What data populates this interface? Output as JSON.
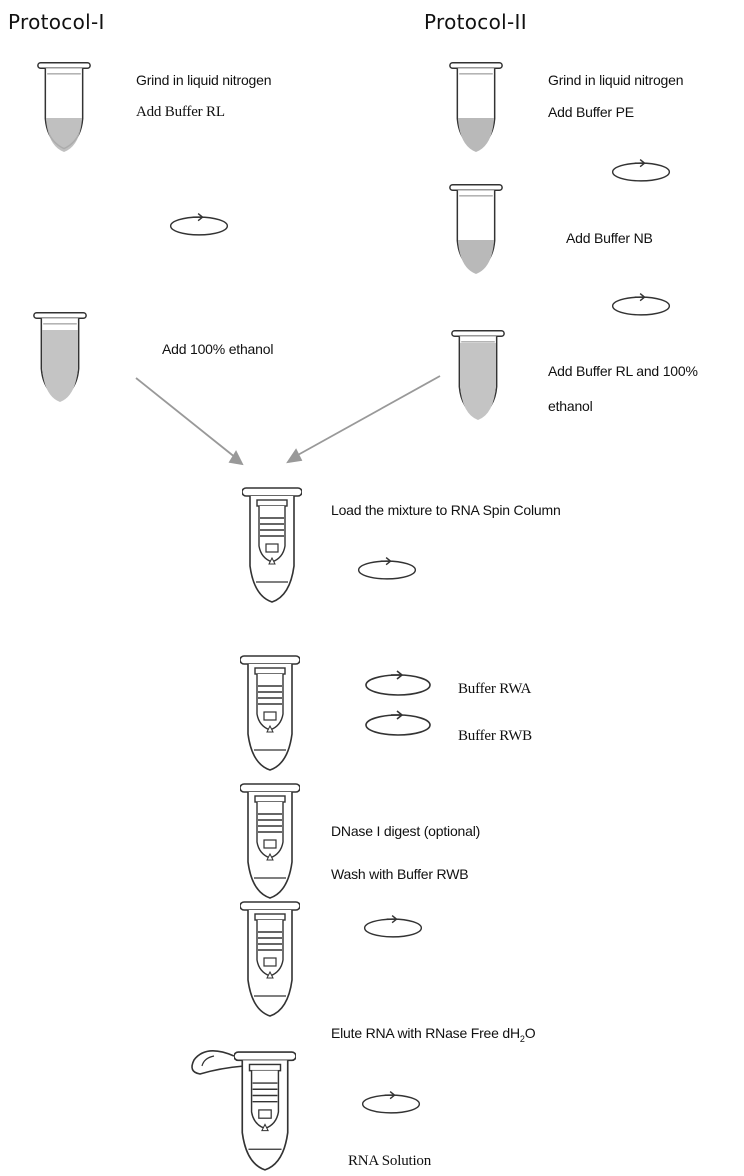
{
  "protocol1": {
    "title": "Protocol-I",
    "step1_line1": "Grind in liquid nitrogen",
    "step1_line2": "Add Buffer RL",
    "step2": "Add 100% ethanol"
  },
  "protocol2": {
    "title": "Protocol-II",
    "step1_line1": "Grind in liquid nitrogen",
    "step1_line2": "Add Buffer PE",
    "step2": "Add Buffer NB",
    "step3_line1": "Add Buffer RL and 100%",
    "step3_line2": "ethanol"
  },
  "common": {
    "load": "Load the mixture to RNA Spin Column",
    "wash_a": "Buffer RWA",
    "wash_b": "Buffer RWB",
    "dnase": "DNase I digest (optional)",
    "wash_rwb": "Wash with Buffer RWB",
    "elute_prefix": "Elute RNA with RNase Free dH",
    "elute_sub1": "2",
    "elute_suffix": "O",
    "final": "RNA Solution"
  },
  "icons": {
    "tube": "microcentrifuge-tube-icon",
    "column": "spin-column-icon",
    "centrifuge": "centrifuge-spin-icon",
    "arrow": "flow-arrow-icon"
  },
  "colors": {
    "liquid": "#b9b9b9",
    "outline": "#333333",
    "arrow": "#999999"
  }
}
